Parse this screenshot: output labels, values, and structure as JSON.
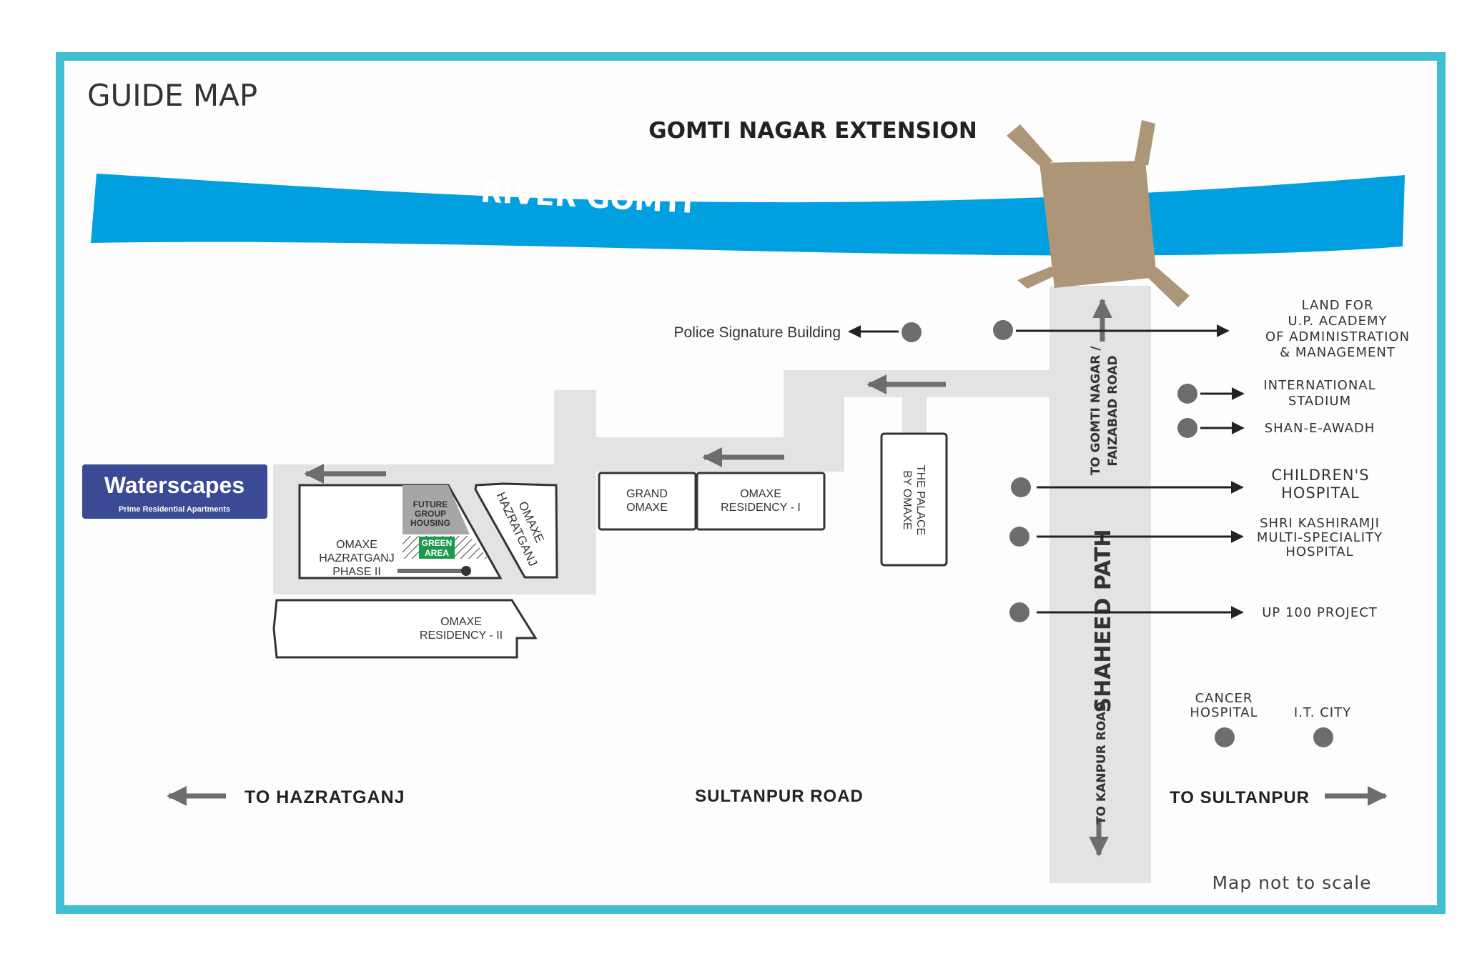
{
  "title": "GUIDE MAP",
  "north_area": "GOMTI NAGAR EXTENSION",
  "river": "RIVER GOMTI",
  "roads": {
    "shaheed_path": "SHAHEED PATH",
    "to_gomti_nagar_1": "TO GOMTI NAGAR /",
    "to_gomti_nagar_2": "FAIZABAD ROAD",
    "to_kanpur": "TO KANPUR ROAD",
    "sultanpur_road": "SULTANPUR ROAD",
    "to_hazratganj": "TO HAZRATGANJ",
    "to_sultanpur": "TO SULTANPUR"
  },
  "logo": {
    "brand": "Waterscapes",
    "tagline": "Prime Residential Apartments"
  },
  "buildings": {
    "grand_omaxe": [
      "GRAND",
      "OMAXE"
    ],
    "omaxe_residency_1": [
      "OMAXE",
      "RESIDENCY - I"
    ],
    "palace": [
      "THE PALACE",
      "BY OMAXE"
    ],
    "omaxe_hazratganj": [
      "OMAXE",
      "HAZRATGANJ"
    ],
    "phase2": [
      "OMAXE",
      "HAZRATGANJ",
      "PHASE II"
    ],
    "future": [
      "FUTURE",
      "GROUP",
      "HOUSING"
    ],
    "green": [
      "GREEN",
      "AREA"
    ],
    "residency_2": [
      "OMAXE",
      "RESIDENCY - II"
    ]
  },
  "landmarks": {
    "police": "Police Signature Building",
    "up_academy": [
      "LAND FOR",
      "U.P. ACADEMY",
      "OF ADMINISTRATION",
      "& MANAGEMENT"
    ],
    "stadium": [
      "INTERNATIONAL",
      "STADIUM"
    ],
    "shan_e_awadh": "SHAN-E-AWADH",
    "childrens": [
      "CHILDREN'S",
      "HOSPITAL"
    ],
    "kashiramji": [
      "SHRI KASHIRAMJI",
      "MULTI-SPECIALITY",
      "HOSPITAL"
    ],
    "up100": "UP 100 PROJECT",
    "cancer": [
      "CANCER",
      "HOSPITAL"
    ],
    "it_city": "I.T. CITY"
  },
  "note": "Map not to scale",
  "colors": {
    "frame": "#3fbfcf",
    "river": "#00a0e0",
    "road": "#e3e3e3",
    "bridge": "#ad9677",
    "logo_bg": "#3a4a94",
    "green_area": "#1a9a4a",
    "future_housing": "#a6a6a6",
    "marker": "#6d6d6d",
    "text": "#333333"
  }
}
